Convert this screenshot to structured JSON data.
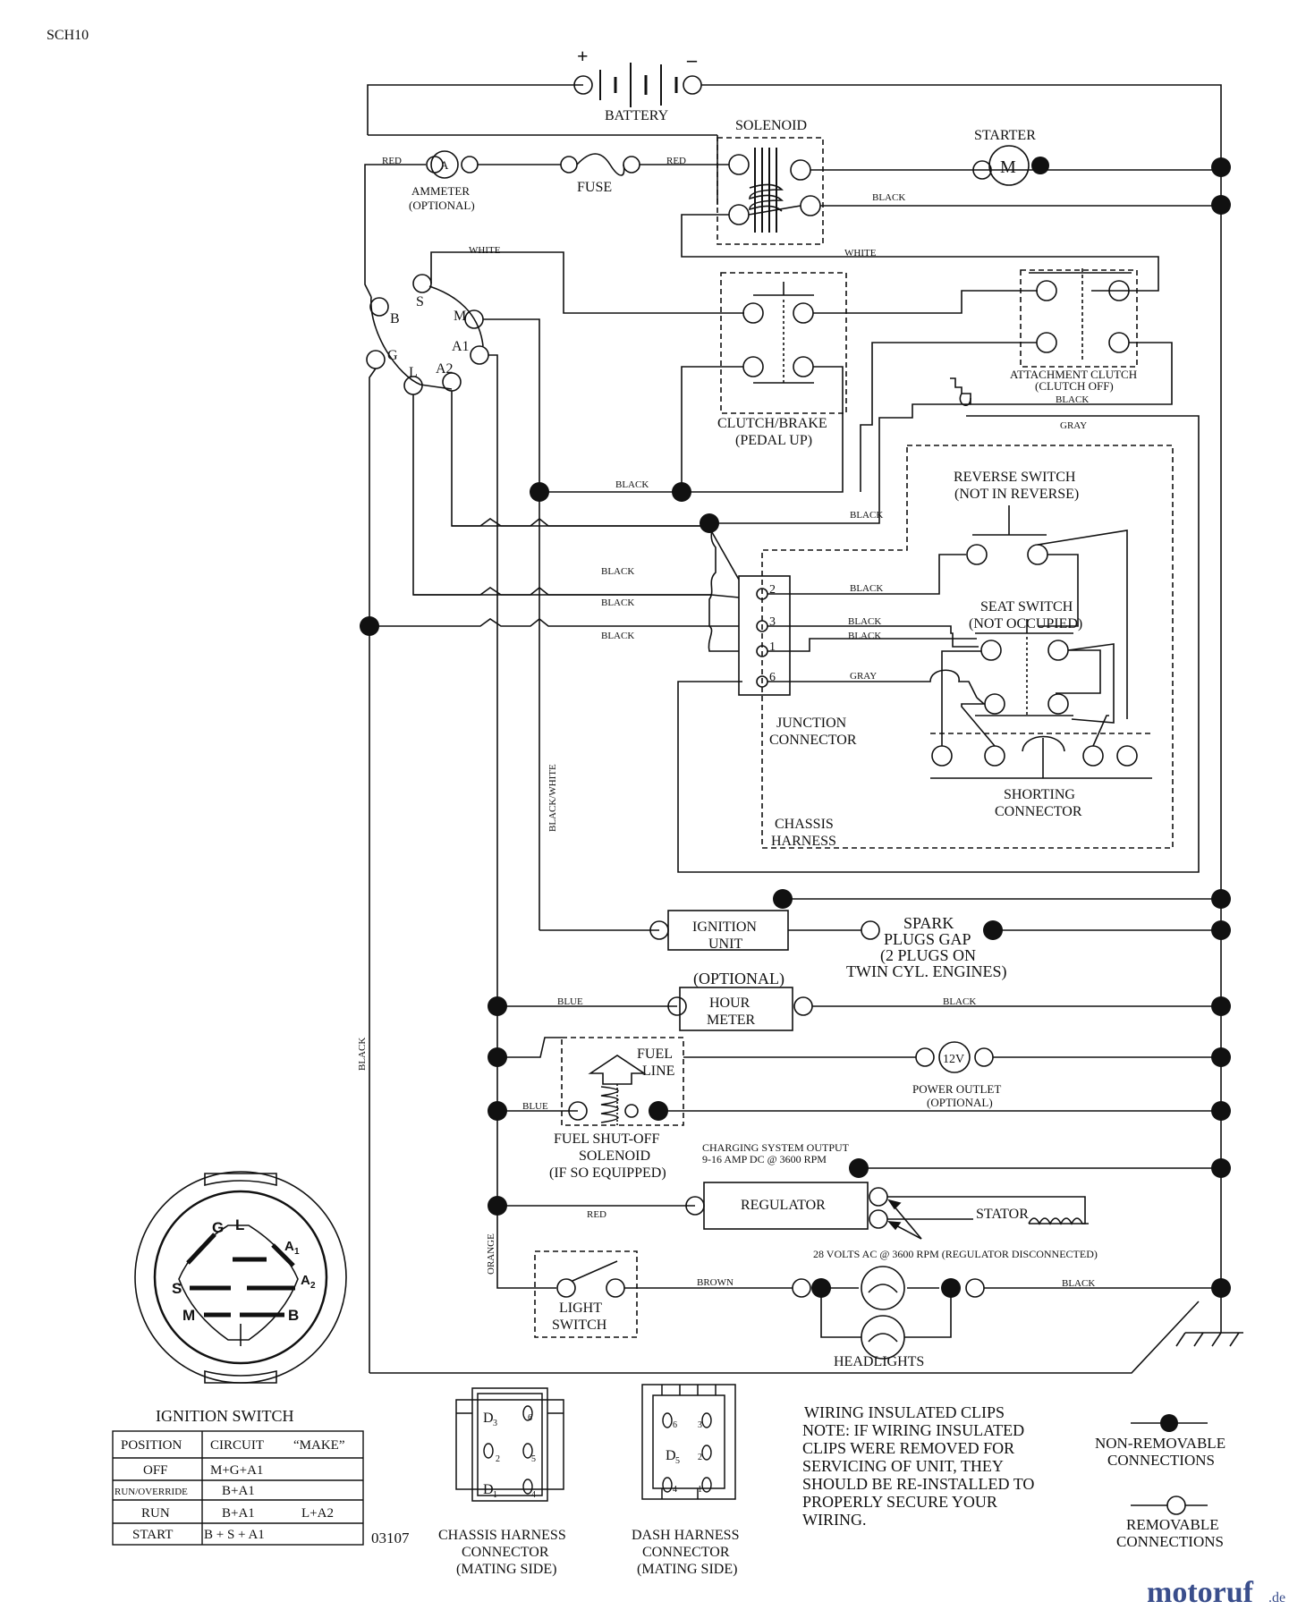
{
  "page_code": "SCH10",
  "doc_number": "03107",
  "watermark": {
    "main": "motoruf",
    "suffix": ".de"
  },
  "components": {
    "battery": "BATTERY",
    "battery_plus": "+",
    "battery_minus": "–",
    "solenoid": "SOLENOID",
    "starter": "STARTER",
    "starter_symbol": "M",
    "ammeter": "AMMETER",
    "ammeter_opt": "(OPTIONAL)",
    "ammeter_symbol": "A",
    "fuse": "FUSE",
    "clutch_brake_1": "CLUTCH/BRAKE",
    "clutch_brake_2": "(PEDAL UP)",
    "attach_clutch_1": "ATTACHMENT CLUTCH",
    "attach_clutch_2": "(CLUTCH OFF)",
    "reverse_switch_1": "REVERSE SWITCH",
    "reverse_switch_2": "(NOT IN REVERSE)",
    "seat_switch_1": "SEAT SWITCH",
    "seat_switch_2": "(NOT OCCUPIED)",
    "junction_1": "JUNCTION",
    "junction_2": "CONNECTOR",
    "shorting_1": "SHORTING",
    "shorting_2": "CONNECTOR",
    "chassis_h_1": "CHASSIS",
    "chassis_h_2": "HARNESS",
    "ignition_unit_1": "IGNITION",
    "ignition_unit_2": "UNIT",
    "spark_1": "SPARK",
    "spark_2": "PLUGS GAP",
    "spark_3": "(2 PLUGS ON",
    "spark_4": "TWIN CYL. ENGINES)",
    "hour_opt": "(OPTIONAL)",
    "hour_1": "HOUR",
    "hour_2": "METER",
    "fuel_line_1": "FUEL",
    "fuel_line_2": "LINE",
    "power_outlet_1": "POWER OUTLET",
    "power_outlet_2": "(OPTIONAL)",
    "power_outlet_symbol": "12V",
    "fuel_sol_1": "FUEL SHUT-OFF",
    "fuel_sol_2": "SOLENOID",
    "fuel_sol_3": "(IF SO EQUIPPED)",
    "charging_1": "CHARGING SYSTEM OUTPUT",
    "charging_2": "9-16 AMP DC @ 3600 RPM",
    "regulator": "REGULATOR",
    "stator": "STATOR",
    "stator_volts": "28 VOLTS AC @ 3600 RPM (REGULATOR DISCONNECTED)",
    "light_switch_1": "LIGHT",
    "light_switch_2": "SWITCH",
    "headlights": "HEADLIGHTS"
  },
  "ignition_terminals": {
    "b": "B",
    "s": "S",
    "m": "M",
    "a1": "A1",
    "a2": "A2",
    "l": "L",
    "g": "G"
  },
  "junction_pins": [
    "2",
    "3",
    "1",
    "6"
  ],
  "wires": {
    "red_1": "RED",
    "red_2": "RED",
    "black_starter": "BLACK",
    "white_top": "WHITE",
    "white_sol": "WHITE",
    "black_att": "BLACK",
    "gray_att": "GRAY",
    "black_clutch": "BLACK",
    "black_rev": "BLACK",
    "black_l1": "BLACK",
    "black_l2": "BLACK",
    "black_l3": "BLACK",
    "black_j2": "BLACK",
    "black_j3": "BLACK",
    "black_j1": "BLACK",
    "gray_j6": "GRAY",
    "black_white": "BLACK/WHITE",
    "black_left": "BLACK",
    "blue_hour": "BLUE",
    "black_hour": "BLACK",
    "blue_fuel": "BLUE",
    "red_reg": "RED",
    "orange": "ORANGE",
    "brown": "BROWN",
    "black_head": "BLACK"
  },
  "ignition_switch": {
    "title": "IGNITION SWITCH",
    "face_labels": {
      "g": "G",
      "l": "L",
      "a1": "A",
      "a1_sub": "1",
      "s": "S",
      "a2": "A",
      "a2_sub": "2",
      "m": "M",
      "b": "B"
    },
    "table_headers": [
      "POSITION",
      "CIRCUIT",
      "“MAKE”"
    ],
    "rows": [
      {
        "position": "OFF",
        "circuit": "M+G+A1",
        "extra": ""
      },
      {
        "position": "RUN/OVERRIDE",
        "circuit": "B+A1",
        "extra": ""
      },
      {
        "position": "RUN",
        "circuit": "B+A1",
        "extra": "L+A2"
      },
      {
        "position": "START",
        "circuit": "B + S + A1",
        "extra": ""
      }
    ]
  },
  "chassis_connector": {
    "pins": [
      {
        "main": "D",
        "sub": "3"
      },
      {
        "main": "",
        "sub": "6"
      },
      {
        "main": "",
        "sub": "2"
      },
      {
        "main": "",
        "sub": "5"
      },
      {
        "main": "D",
        "sub": "1"
      },
      {
        "main": "",
        "sub": "4"
      }
    ],
    "label_1": "CHASSIS HARNESS",
    "label_2": "CONNECTOR",
    "label_3": "(MATING SIDE)"
  },
  "dash_connector": {
    "pins": [
      {
        "main": "",
        "sub": "6"
      },
      {
        "main": "",
        "sub": "3"
      },
      {
        "main": "D",
        "sub": "5"
      },
      {
        "main": "",
        "sub": "2"
      },
      {
        "main": "",
        "sub": "4"
      },
      {
        "main": "",
        "sub": "1"
      }
    ],
    "label_1": "DASH HARNESS",
    "label_2": "CONNECTOR",
    "label_3": "(MATING SIDE)"
  },
  "note": {
    "title": "WIRING INSULATED CLIPS",
    "lines": [
      "NOTE:  IF WIRING INSULATED",
      "CLIPS WERE REMOVED FOR",
      "SERVICING OF UNIT, THEY",
      "SHOULD BE RE-INSTALLED TO",
      "PROPERLY SECURE YOUR",
      " WIRING."
    ]
  },
  "legend": {
    "nonremovable_1": "NON-REMOVABLE",
    "nonremovable_2": "CONNECTIONS",
    "removable_1": "REMOVABLE",
    "removable_2": "CONNECTIONS"
  }
}
